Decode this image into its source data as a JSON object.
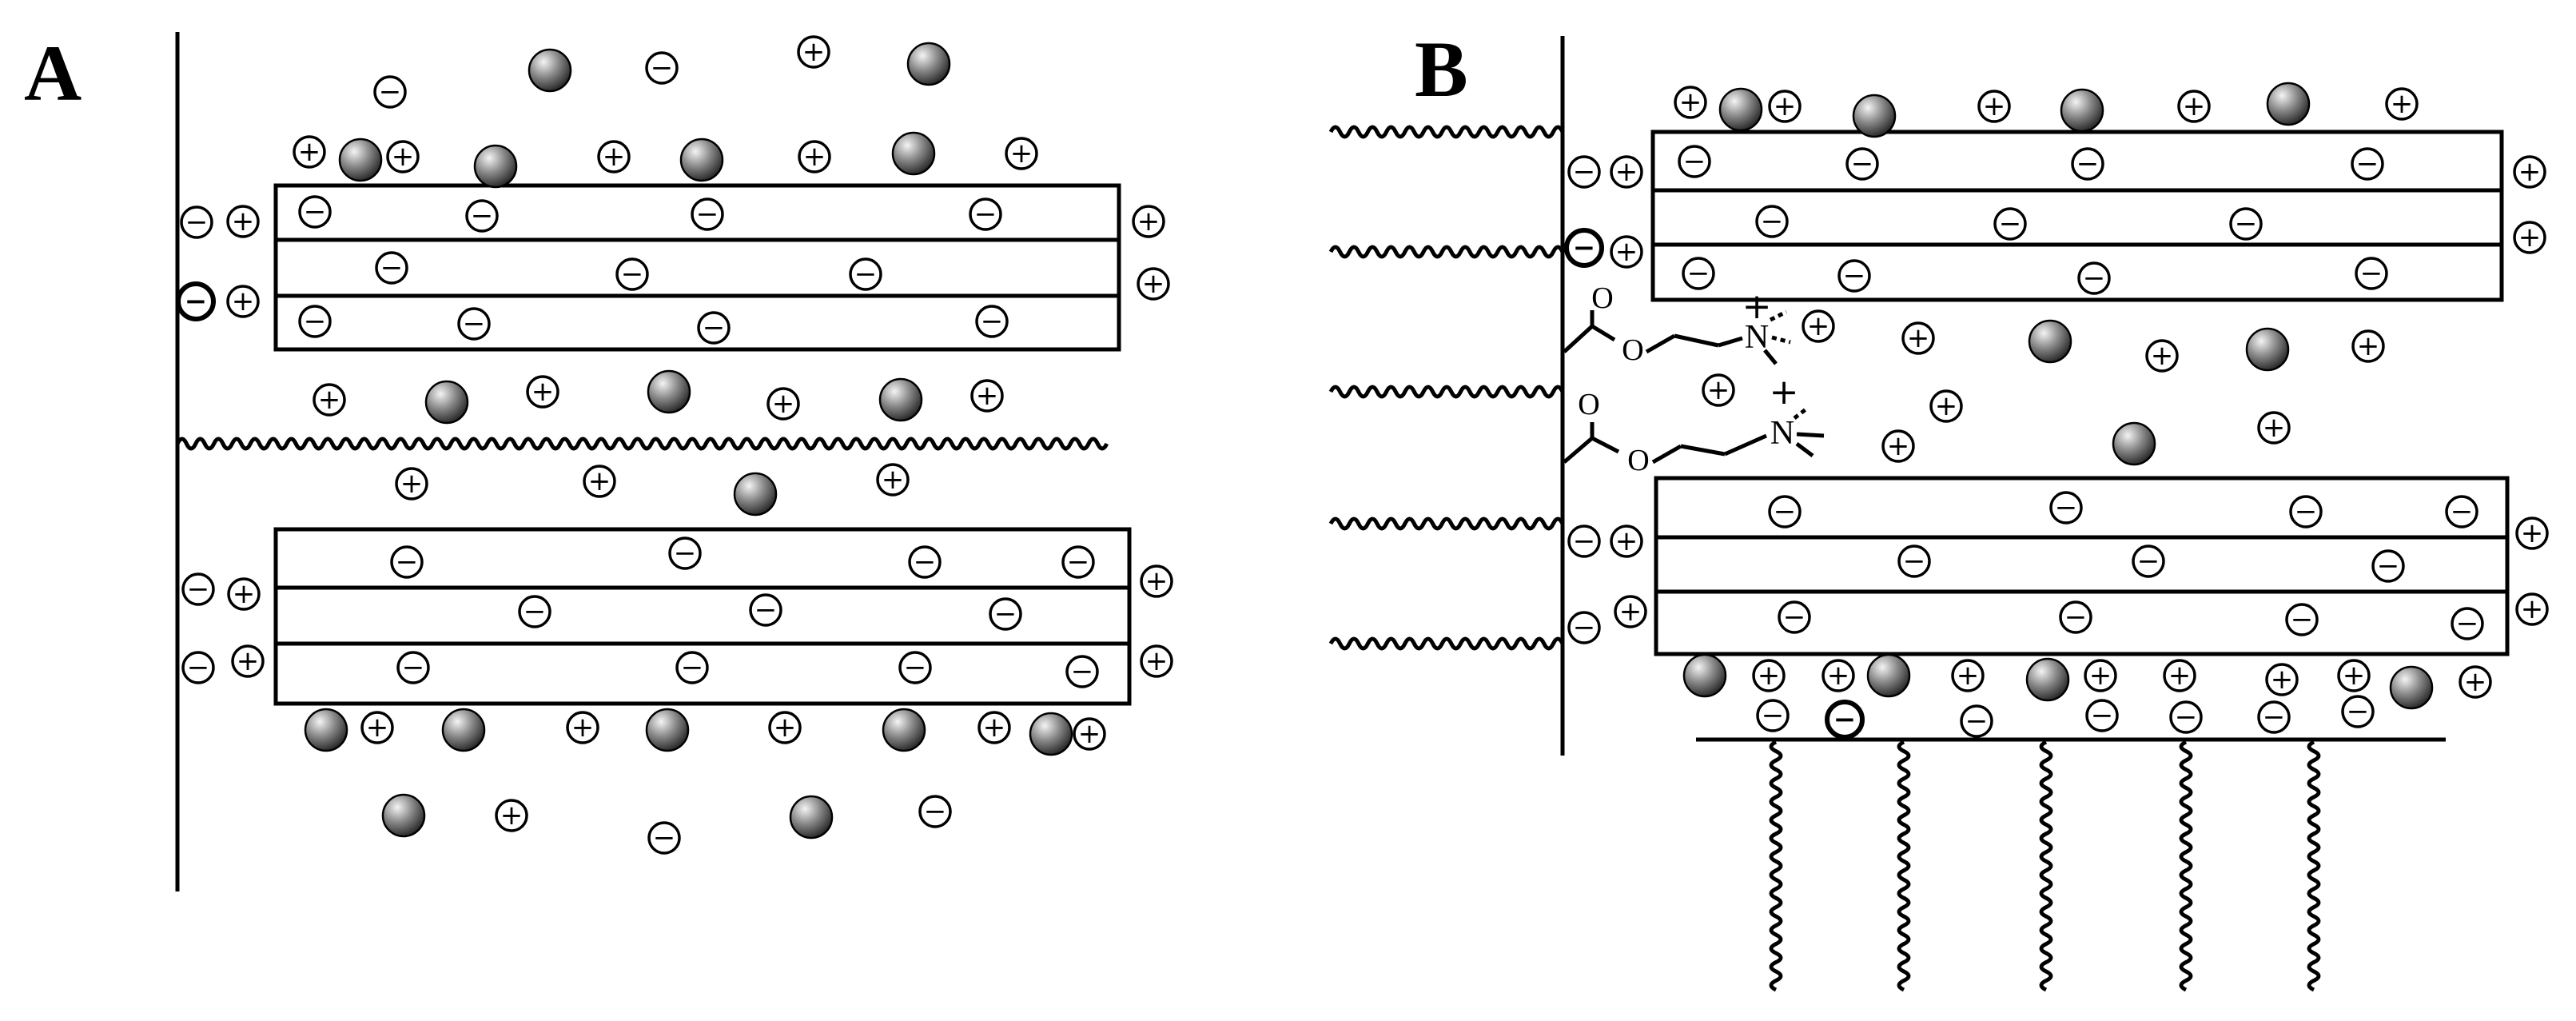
{
  "panels": [
    {
      "id": "A",
      "label": "A"
    },
    {
      "id": "B",
      "label": "B"
    }
  ],
  "ions": {
    "cation_symbol": "+",
    "anion_symbol": "−"
  },
  "molecule": {
    "carbonyl_atom": "O",
    "ester_atom": "O",
    "ammonium_atom": "N",
    "charge_symbol": "+"
  },
  "colors": {
    "ink": "#000000",
    "sphere_light": "#f2f2f2",
    "sphere_mid": "#8a8a8a",
    "sphere_dark": "#1c1c1c"
  }
}
